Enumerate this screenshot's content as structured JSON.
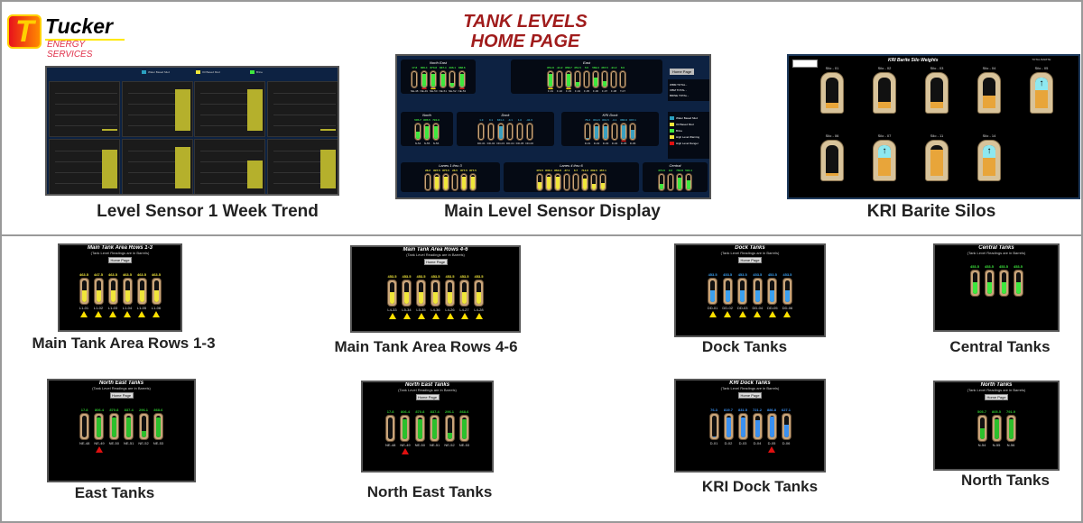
{
  "logo": {
    "name": "Tucker",
    "sub": "ENERGY SERVICES"
  },
  "title": {
    "line1": "TANK LEVELS",
    "line2": "HOME PAGE"
  },
  "captions": {
    "trend": "Level Sensor 1 Week Trend",
    "main": "Main Level Sensor Display",
    "silos": "KRI Barite Silos",
    "rows13": "Main Tank Area Rows 1-3",
    "rows46": "Main Tank Area Rows 4-6",
    "dock": "Dock Tanks",
    "central": "Central Tanks",
    "east": "East Tanks",
    "northeast": "North East Tanks",
    "kridock": "KRI Dock Tanks",
    "north": "North Tanks"
  },
  "colors": {
    "green": "#3ee83e",
    "blue": "#3aa0e0",
    "yellow": "#f0e63a",
    "orange": "#e8a53a",
    "title": "#a01c1c"
  },
  "trend": {
    "legend": [
      "Water Based Mud",
      "Oil Based Mud",
      "Brine"
    ],
    "panels": [
      0.05,
      0.95,
      0.95,
      0.05,
      0.9,
      0.95,
      0.65,
      0.9
    ]
  },
  "main": {
    "home": "Home Page",
    "totals": [
      "WBM TOTAL -",
      "OBM TOTAL -",
      "BRINE TOTAL -"
    ],
    "legend": [
      "Water Based Mud",
      "Oil Based Mud",
      "Brine",
      "High Level Warning",
      "High Level Danger"
    ],
    "groups": [
      {
        "title": "North East",
        "color": "#3ee83e",
        "tanks": [
          [
            "NE-48",
            "17.8",
            0,
            ""
          ],
          [
            "NE-49",
            "806.4",
            0.85,
            "d"
          ],
          [
            "NE-50",
            "870.8",
            0.85,
            "w"
          ],
          [
            "NE-51",
            "837.4",
            0.9,
            ""
          ],
          [
            "NE-52",
            "296.1",
            0.25,
            ""
          ],
          [
            "NE-53",
            "868.6",
            0.85,
            "d"
          ]
        ]
      },
      {
        "title": "East",
        "color": "#3ee83e",
        "tanks": [
          [
            "F-01",
            "851.8",
            0.85,
            "w"
          ],
          [
            "F-02",
            "-91.2",
            0,
            ""
          ],
          [
            "F-03",
            "858.7",
            0.85,
            "w"
          ],
          [
            "F-04",
            "351.5",
            0.3,
            ""
          ],
          [
            "F-05",
            "5.5",
            0,
            ""
          ],
          [
            "F-06",
            "589.3",
            0.6,
            ""
          ],
          [
            "F-07",
            "367.5",
            0.35,
            ""
          ],
          [
            "F-08",
            "-91.2",
            0,
            ""
          ],
          [
            "T-07",
            "8.0",
            0,
            ""
          ]
        ]
      },
      {
        "title": "North",
        "color": "#3ee83e",
        "tanks": [
          [
            "N-54",
            "505.7",
            0.5,
            ""
          ],
          [
            "N-55",
            "805.5",
            0.9,
            ""
          ],
          [
            "N-56",
            "791.9",
            0.9,
            ""
          ]
        ]
      },
      {
        "title": "Dock",
        "color": "#3aa0c0",
        "tanks": [
          [
            "DD-01",
            "1.0",
            0,
            ""
          ],
          [
            "DD-02",
            "0.1",
            0,
            ""
          ],
          [
            "DD-03",
            "831.4",
            0.9,
            ""
          ],
          [
            "DD-04",
            "-0.1",
            0,
            ""
          ],
          [
            "DD-05",
            "1.0",
            0,
            ""
          ],
          [
            "DD-06",
            "-91.5",
            0,
            ""
          ]
        ]
      },
      {
        "title": "KRI Dock",
        "color": "#3aa0c0",
        "tanks": [
          [
            "D-01",
            "76.3",
            0.05,
            ""
          ],
          [
            "D-02",
            "819.6",
            0.9,
            ""
          ],
          [
            "D-03",
            "831.5",
            0.9,
            ""
          ],
          [
            "D-04",
            "-0.1",
            0,
            ""
          ],
          [
            "D-05",
            "886.8",
            0.95,
            "d"
          ],
          [
            "D-06",
            "637.1",
            0.6,
            ""
          ]
        ]
      },
      {
        "title": "Lanes 1 thru 3",
        "color": "#f0e63a",
        "tanks": [
          [
            "",
            "26.2",
            0,
            ""
          ],
          [
            "",
            "897.5",
            0.9,
            "d"
          ],
          [
            "",
            "875.5",
            0.9,
            "w"
          ],
          [
            "",
            "26.5",
            0,
            ""
          ],
          [
            "",
            "877.5",
            0.9,
            "w"
          ],
          [
            "",
            "877.5",
            0.9,
            "w"
          ]
        ]
      },
      {
        "title": "Lanes 4 thru 6",
        "color": "#f0e63a",
        "tanks": [
          [
            "",
            "470.5",
            0.5,
            ""
          ],
          [
            "",
            "846.1",
            0.85,
            "w"
          ],
          [
            "",
            "863.6",
            0.85,
            "d"
          ],
          [
            "",
            "-37.1",
            0,
            ""
          ],
          [
            "",
            "6.7",
            0,
            ""
          ],
          [
            "",
            "714.0",
            0.75,
            ""
          ],
          [
            "",
            "339.5",
            0.35,
            ""
          ],
          [
            "",
            "457.1",
            0.45,
            ""
          ]
        ]
      },
      {
        "title": "Central",
        "color": "#3ee83e",
        "tanks": [
          [
            "",
            "374.6",
            0.35,
            ""
          ],
          [
            "",
            "9.2",
            0,
            ""
          ],
          [
            "",
            "760.8",
            0.8,
            ""
          ],
          [
            "",
            "594.4",
            0.6,
            ""
          ]
        ]
      }
    ]
  },
  "silos": {
    "title": "KRI Barite Silo Weights",
    "total": "TOTAL BARITE:",
    "items": [
      [
        "Silo - 01",
        0.18,
        false
      ],
      [
        "Silo - 02",
        0.22,
        false
      ],
      [
        "Silo - 03",
        0.2,
        false
      ],
      [
        "Silo - 04",
        0.4,
        false
      ],
      [
        "Silo - 05",
        0.6,
        true
      ],
      [
        "Silo - 06",
        0.1,
        false
      ],
      [
        "Silo - 07",
        0.6,
        true
      ],
      [
        "Silo - 11",
        0.85,
        false
      ],
      [
        "Silo - 14",
        0.6,
        true
      ]
    ]
  },
  "thumbs": [
    {
      "id": "rows13",
      "title": "Main Tank Area Rows 1-3",
      "sub": "(Tank Level Readings are in Barrels)",
      "home": "Home Page",
      "color": "#f0e63a",
      "tanks": [
        [
          "L1-01",
          "463.5",
          0.55,
          "w"
        ],
        [
          "L1-02",
          "447.5",
          0.55,
          "w"
        ],
        [
          "L1-03",
          "463.5",
          0.55,
          "w"
        ],
        [
          "L1-04",
          "463.5",
          0.55,
          "w"
        ],
        [
          "L1-05",
          "463.5",
          0.55,
          "w"
        ],
        [
          "L1-06",
          "463.5",
          0.55,
          "w"
        ]
      ]
    },
    {
      "id": "rows46",
      "title": "Main Tank Area Rows 4-6",
      "sub": "(Tank Level Readings are in Barrels)",
      "home": "Home Page",
      "color": "#f0e63a",
      "tanks": [
        [
          "L4-33",
          "453.5",
          0.55,
          "w"
        ],
        [
          "L5-34",
          "453.5",
          0.55,
          "w"
        ],
        [
          "L5-35",
          "453.5",
          0.55,
          "w"
        ],
        [
          "L4-36",
          "453.5",
          0.55,
          "w"
        ],
        [
          "L4-26",
          "453.5",
          0.55,
          "w"
        ],
        [
          "L4-27",
          "453.5",
          0.55,
          "w"
        ],
        [
          "L4-28",
          "453.5",
          0.55,
          "w"
        ]
      ]
    },
    {
      "id": "dock",
      "title": "Dock Tanks",
      "sub": "(Tank Level Readings are in Barrels)",
      "home": "Home Page",
      "color": "#3aa0f0",
      "tanks": [
        [
          "DD-01",
          "453.5",
          0.55,
          "w"
        ],
        [
          "DD-02",
          "453.5",
          0.55,
          "w"
        ],
        [
          "DD-03",
          "453.5",
          0.55,
          "w"
        ],
        [
          "DD-04",
          "453.5",
          0.55,
          "w"
        ],
        [
          "DD-05",
          "453.5",
          0.55,
          "w"
        ],
        [
          "DD-06",
          "453.5",
          0.55,
          "w"
        ]
      ]
    },
    {
      "id": "central",
      "title": "Central Tanks",
      "sub": "(Tank Level Readings are in Barrels)",
      "home": "",
      "color": "#3ee83e",
      "tanks": [
        [
          "",
          "453.5",
          0.55,
          ""
        ],
        [
          "",
          "453.5",
          0.55,
          ""
        ],
        [
          "",
          "453.5",
          0.55,
          ""
        ],
        [
          "",
          "453.5",
          0.55,
          ""
        ]
      ]
    },
    {
      "id": "east",
      "title": "North East Tanks",
      "sub": "(Tank Level Readings are in Barrels)",
      "home": "Home Page",
      "color": "#2cc02c",
      "tanks": [
        [
          "NE-48",
          "17.8",
          0,
          ""
        ],
        [
          "NE-49",
          "806.4",
          0.9,
          "d"
        ],
        [
          "NE-50",
          "870.8",
          0.9,
          ""
        ],
        [
          "NE-51",
          "837.4",
          0.9,
          ""
        ],
        [
          "NE-52",
          "296.1",
          0.3,
          ""
        ],
        [
          "NE-53",
          "868.6",
          0.9,
          ""
        ]
      ]
    },
    {
      "id": "northeast",
      "title": "North East Tanks",
      "sub": "(Tank Level Readings are in Barrels)",
      "home": "Home Page",
      "color": "#2cc02c",
      "tanks": [
        [
          "NE-48",
          "17.8",
          0,
          ""
        ],
        [
          "NE-49",
          "806.4",
          0.9,
          "d"
        ],
        [
          "NE-50",
          "870.8",
          0.9,
          ""
        ],
        [
          "NE-51",
          "837.4",
          0.9,
          ""
        ],
        [
          "NE-52",
          "296.1",
          0.3,
          ""
        ],
        [
          "NE-53",
          "868.6",
          0.9,
          ""
        ]
      ]
    },
    {
      "id": "kridock",
      "title": "KRI Dock Tanks",
      "sub": "(Tank Level Readings are in Barrels)",
      "home": "Home Page",
      "color": "#3a90f0",
      "tanks": [
        [
          "D-01",
          "76.3",
          0.05,
          ""
        ],
        [
          "D-02",
          "819.7",
          0.9,
          ""
        ],
        [
          "D-03",
          "831.5",
          0.9,
          ""
        ],
        [
          "D-04",
          "721.2",
          0.8,
          ""
        ],
        [
          "D-05",
          "886.8",
          0.95,
          "d"
        ],
        [
          "D-06",
          "627.1",
          0.6,
          ""
        ]
      ]
    },
    {
      "id": "north",
      "title": "North Tanks",
      "sub": "(Tank Level Readings are in Barrels)",
      "home": "Home Page",
      "color": "#2cc02c",
      "tanks": [
        [
          "N-54",
          "505.7",
          0.5,
          ""
        ],
        [
          "N-55",
          "805.5",
          0.9,
          ""
        ],
        [
          "N-56",
          "791.9",
          0.9,
          ""
        ]
      ]
    }
  ]
}
